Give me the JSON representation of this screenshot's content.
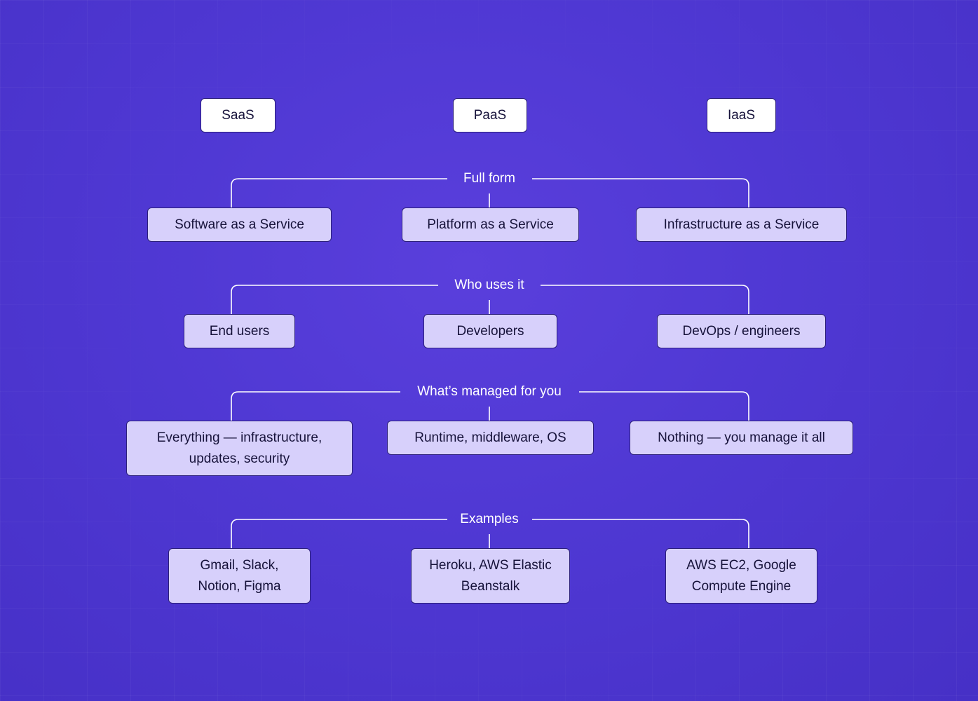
{
  "headers": [
    "SaaS",
    "PaaS",
    "IaaS"
  ],
  "sections": [
    {
      "label": "Full form",
      "items": [
        "Software as a Service",
        "Platform as a Service",
        "Infrastructure as a Service"
      ]
    },
    {
      "label": "Who uses it",
      "items": [
        "End users",
        "Developers",
        "DevOps / engineers"
      ]
    },
    {
      "label": "What’s managed for you",
      "items": [
        "Everything — infrastructure, updates, security",
        "Runtime, middleware, OS",
        "Nothing — you manage it all"
      ]
    },
    {
      "label": "Examples",
      "items": [
        "Gmail, Slack, Notion, Figma",
        "Heroku, AWS Elastic Beanstalk",
        "AWS EC2, Google Compute Engine"
      ]
    }
  ],
  "colors": {
    "background": "#5039d4",
    "item_fill": "#d7d0fb",
    "header_fill": "#ffffff",
    "connector": "#ffffff"
  }
}
